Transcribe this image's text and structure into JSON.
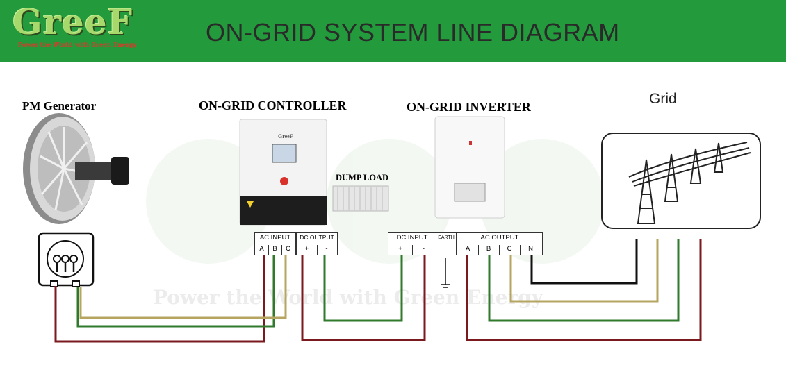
{
  "header": {
    "logo_text": "GreeF",
    "logo_tagline": "Power the World with Green Energy",
    "title": "ON-GRID SYSTEM LINE DIAGRAM"
  },
  "components": {
    "generator_label": "PM Generator",
    "controller_label": "ON-GRID CONTROLLER",
    "controller_brand": "GreeF",
    "dump_load_label": "DUMP LOAD",
    "inverter_label": "ON-GRID INVERTER",
    "grid_label": "Grid"
  },
  "controller_terminals": {
    "ac_input_label": "AC INPUT",
    "ac_input_pins": [
      "A",
      "B",
      "C"
    ],
    "dc_output_label": "DC OUTPUT",
    "dc_output_pins": [
      "+",
      "-"
    ]
  },
  "inverter_terminals": {
    "dc_input_label": "DC INPUT",
    "dc_input_pins": [
      "+",
      "-"
    ],
    "earth_label": "EARTH",
    "ac_output_label": "AC OUTPUT",
    "ac_output_pins": [
      "A",
      "B",
      "C",
      "N"
    ]
  },
  "watermark": "Power the World with Green Energy",
  "colors": {
    "header_green": "#239a3b",
    "wire_red": "#7a1a1e",
    "wire_green": "#2f7a2c",
    "wire_yellow": "#b5a560",
    "wire_black": "#111111"
  }
}
